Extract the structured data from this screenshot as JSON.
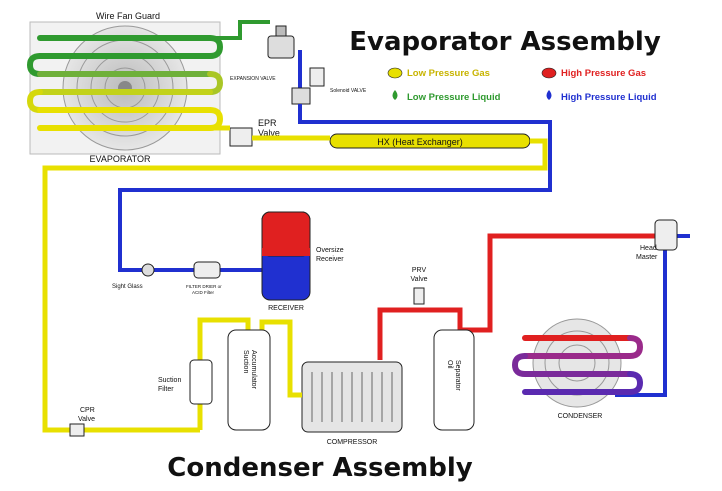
{
  "titles": {
    "top": "Evaporator Assembly",
    "bottom": "Condenser Assembly"
  },
  "legend": [
    {
      "label": "Low Pressure Gas",
      "color": "#e8e000"
    },
    {
      "label": "High Pressure Gas",
      "color": "#e02020"
    },
    {
      "label": "Low Pressure Liquid",
      "color": "#2f9a2f"
    },
    {
      "label": "High Pressure Liquid",
      "color": "#2030d0"
    }
  ],
  "labels": {
    "fan_guard": "Wire Fan Guard",
    "expansion_valve": "EXPANSION VALVE",
    "solenoid_valve": "Solenoid VALVE",
    "epr_valve_1": "EPR",
    "epr_valve_2": "Valve",
    "hx": "HX (Heat Exchanger)",
    "evaporator": "EVAPORATOR",
    "sight_glass": "Sight Glass",
    "filter_drier_1": "FILTER DRIER or",
    "filter_drier_2": "ACID Filter",
    "oversize_receiver_1": "Oversize",
    "oversize_receiver_2": "Receiver",
    "receiver": "RECEIVER",
    "head_master_1": "Head",
    "head_master_2": "Master",
    "prv_valve_1": "PRV",
    "prv_valve_2": "Valve",
    "suction_filter_1": "Suction",
    "suction_filter_2": "Filter",
    "suction_accumulator_1": "Suction",
    "suction_accumulator_2": "Accumulator",
    "oil_separator_1": "Oil",
    "oil_separator_2": "Separator",
    "compressor": "COMPRESSOR",
    "condenser": "CONDENSER",
    "cpr_valve_1": "CPR",
    "cpr_valve_2": "Valve"
  },
  "colors": {
    "yellow": "#e8e000",
    "red": "#e02020",
    "green": "#2f9a2f",
    "blue": "#2030d0",
    "purple": "#7a2a9a",
    "outline": "#222222"
  }
}
